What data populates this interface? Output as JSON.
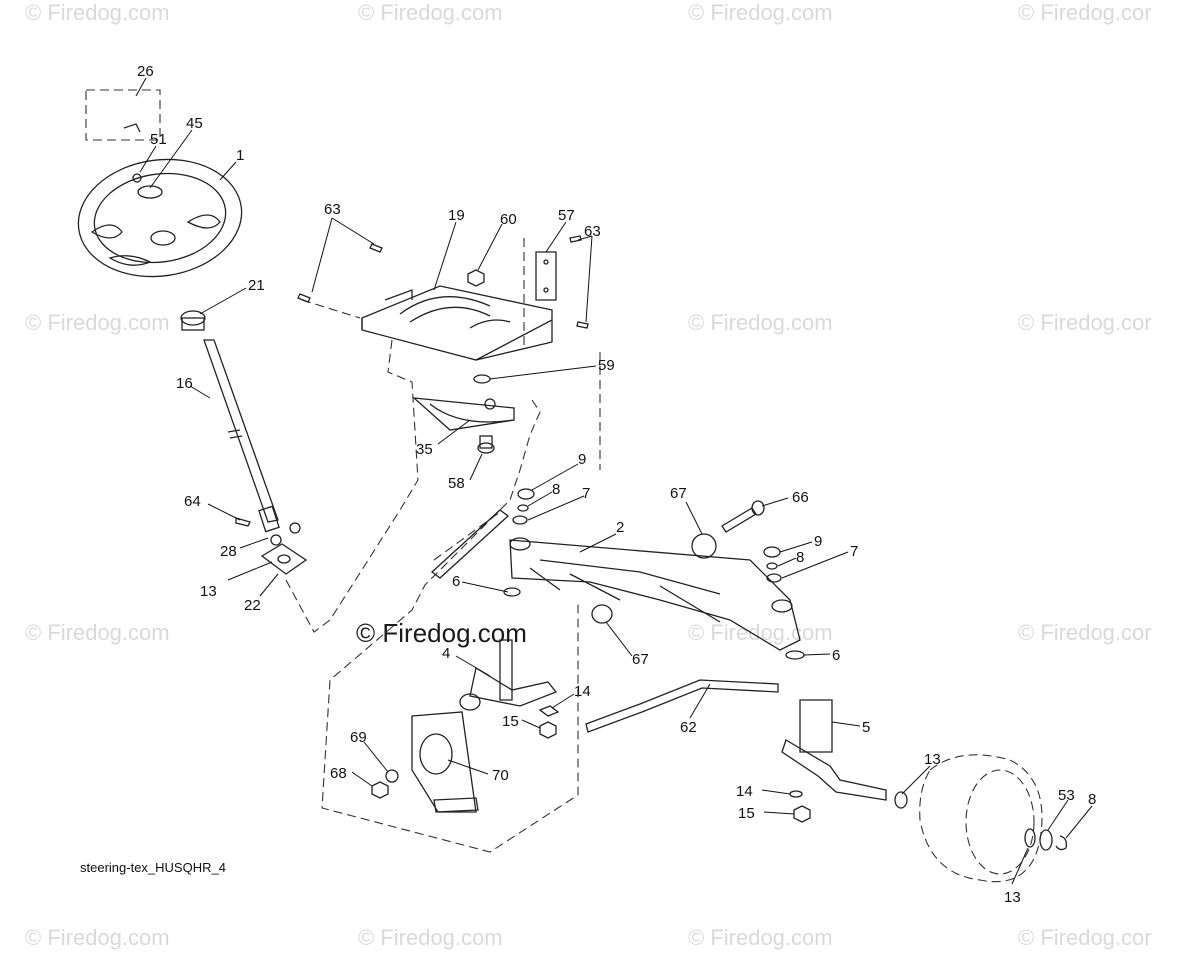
{
  "watermark": {
    "text": "© Firedog.com",
    "center_text": "© Firedog.com",
    "color": "#d9d9d9",
    "edge_text": "© Firedog.cor"
  },
  "caption": "steering-tex_HUSQHR_4",
  "callouts": {
    "c26": "26",
    "c45": "45",
    "c51": "51",
    "c1": "1",
    "c21": "21",
    "c16": "16",
    "c64": "64",
    "c28": "28",
    "c13a": "13",
    "c22": "22",
    "c63a": "63",
    "c19": "19",
    "c60": "60",
    "c57": "57",
    "c63b": "63",
    "c59": "59",
    "c35": "35",
    "c58": "58",
    "c9a": "9",
    "c8a": "8",
    "c7a": "7",
    "c2": "2",
    "c67a": "67",
    "c66": "66",
    "c9b": "9",
    "c8b": "8",
    "c7b": "7",
    "c6a": "6",
    "c67b": "67",
    "c6b": "6",
    "c4": "4",
    "c14a": "14",
    "c15a": "15",
    "c62": "62",
    "c5": "5",
    "c69": "69",
    "c68": "68",
    "c70": "70",
    "c13b": "13",
    "c53": "53",
    "c8c": "8",
    "c14b": "14",
    "c15b": "15",
    "c13c": "13"
  }
}
